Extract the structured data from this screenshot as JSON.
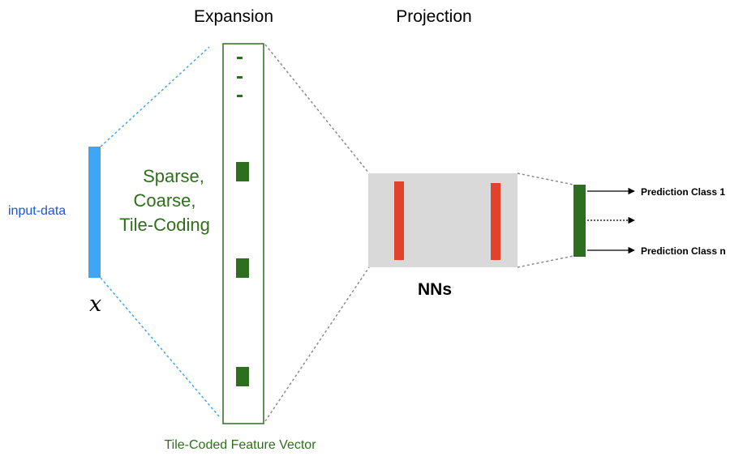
{
  "titles": {
    "expansion": "Expansion",
    "projection": "Projection"
  },
  "input": {
    "label": "input-data",
    "variable": "x"
  },
  "coding": {
    "line1": "Sparse,",
    "line2": "Coarse,",
    "line3": "Tile-Coding"
  },
  "feature_vector": {
    "label": "Tile-Coded Feature Vector"
  },
  "network": {
    "label": "NNs"
  },
  "predictions": {
    "first": "Prediction Class 1",
    "last": "Prediction Class n"
  },
  "colors": {
    "input_bar": "#3fa5f5",
    "input_text": "#1a57d6",
    "tile_green": "#2d6e1f",
    "text_green": "#2f6e1c",
    "nn_box": "#d9d9d9",
    "nn_bars": "#e2412b",
    "connector": "#8a8a8a",
    "input_connector": "#3fa5f5"
  }
}
